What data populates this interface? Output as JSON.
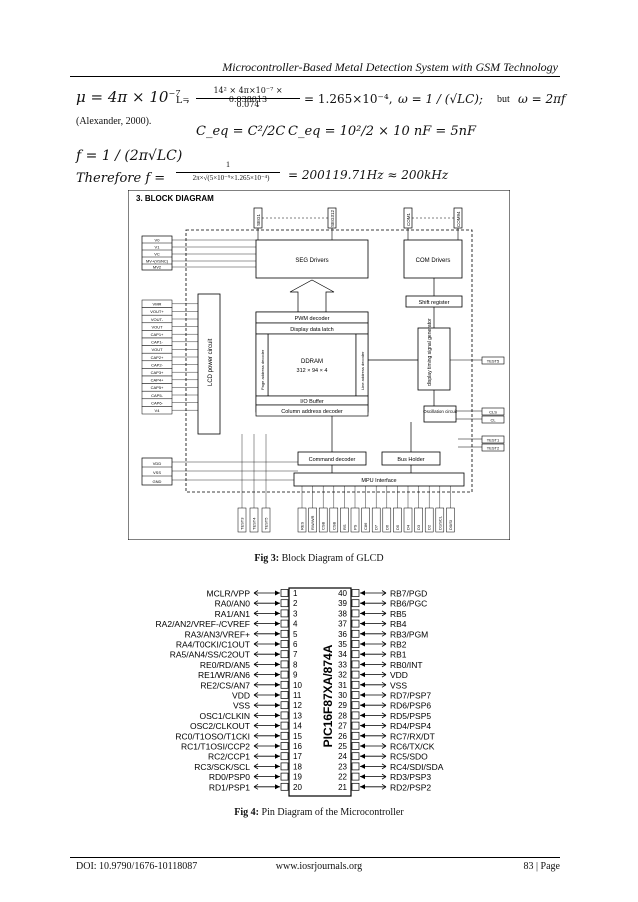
{
  "header": {
    "running_title": "Microcontroller-Based Metal Detection System with GSM Technology"
  },
  "equations": {
    "mu_lhs": "μ = 4π × 10",
    "mu_exp": "−7",
    "mu_comma": ",",
    "L_label": "L=",
    "L_num": "14² × 4π×10⁻⁷ × 0.038013",
    "L_den": "0.074",
    "L_result": "= 1.265×10⁻⁴,",
    "omega1": "ω = 1 / (√LC);",
    "but": "but",
    "omega2": "ω = 2πf",
    "citation": "(Alexander, 2000).",
    "ceq1": "C_eq = C²/2C",
    "ceq2": "C_eq = 10²/2 × 10 nF = 5nF",
    "f_formula": "f = 1 / (2π√LC)",
    "therefore": "Therefore f =",
    "tf_num": "1",
    "tf_den": "2π×√(5×10⁻⁹×1.265×10⁻⁴)",
    "tf_result": "= 200119.71Hz ≈ 200kHz"
  },
  "fig3": {
    "section_title": "3.   BLOCK DIAGRAM",
    "caption_label": "Fig 3:",
    "caption_text": " Block Diagram of GLCD",
    "blocks": {
      "seg_drivers": "SEG Drivers",
      "com_drivers": "COM Drivers",
      "shift_register": "Shift register",
      "pwm_decoder": "PWM decoder",
      "display_latch": "Display data latch",
      "ddram": "DDRAM",
      "ddram_size": "312 × 94 × 4",
      "page_decoder": "Page address decoder",
      "line_decoder": "Line address decoder",
      "io_buffer": "I/O Buffer",
      "col_decoder": "Column address decoder",
      "lcd_power": "LCD power circuit",
      "timing_gen": "display timing signal generator",
      "oscillation": "Oscillation circuit",
      "cmd_decoder": "Command decoder",
      "bus_holder": "Bus Holder",
      "mpu_interface": "MPU Interface"
    },
    "top_pins": [
      "SEG1",
      "SEG312",
      "COM1",
      "COM94"
    ],
    "left_pins_a": [
      "V0",
      "V1",
      "VC",
      "MV+(VSNC)",
      "MV2"
    ],
    "left_pins_b": [
      "VMR",
      "VOUT+",
      "VOUT-",
      "VOUT",
      "CAP1+",
      "CAP1-",
      "VOUT",
      "CAP2+",
      "CAP2-",
      "CAP3+",
      "CAP4+",
      "CAP5+",
      "CAP5-",
      "CAP6-",
      "V4"
    ],
    "left_pins_c": [
      "VDD",
      "VSS",
      "GND"
    ],
    "right_pins": [
      "TEST5",
      "CLS",
      "CL",
      "TEST1",
      "TEST2"
    ],
    "bottom_pins": [
      "TEST3",
      "TEST4",
      "TEST5",
      "RES",
      "RW/WR",
      "CSB",
      "CSB",
      "RS",
      "PS",
      "C86",
      "D7",
      "D6",
      "D5",
      "D4",
      "D3",
      "D2",
      "D1/SCL",
      "D0/SI"
    ]
  },
  "fig4": {
    "chip_label": "PIC16F87XA/874A",
    "caption_label": "Fig 4:",
    "caption_text": " Pin Diagram of the Microcontroller",
    "left_pins": [
      {
        "name": "MCLR/VPP",
        "num": "1"
      },
      {
        "name": "RA0/AN0",
        "num": "2"
      },
      {
        "name": "RA1/AN1",
        "num": "3"
      },
      {
        "name": "RA2/AN2/VREF-/CVREF",
        "num": "4"
      },
      {
        "name": "RA3/AN3/VREF+",
        "num": "5"
      },
      {
        "name": "RA4/T0CKI/C1OUT",
        "num": "6"
      },
      {
        "name": "RA5/AN4/SS/C2OUT",
        "num": "7"
      },
      {
        "name": "RE0/RD/AN5",
        "num": "8"
      },
      {
        "name": "RE1/WR/AN6",
        "num": "9"
      },
      {
        "name": "RE2/CS/AN7",
        "num": "10"
      },
      {
        "name": "VDD",
        "num": "11"
      },
      {
        "name": "VSS",
        "num": "12"
      },
      {
        "name": "OSC1/CLKIN",
        "num": "13"
      },
      {
        "name": "OSC2/CLKOUT",
        "num": "14"
      },
      {
        "name": "RC0/T1OSO/T1CKI",
        "num": "15"
      },
      {
        "name": "RC1/T1OSI/CCP2",
        "num": "16"
      },
      {
        "name": "RC2/CCP1",
        "num": "17"
      },
      {
        "name": "RC3/SCK/SCL",
        "num": "18"
      },
      {
        "name": "RD0/PSP0",
        "num": "19"
      },
      {
        "name": "RD1/PSP1",
        "num": "20"
      }
    ],
    "right_pins": [
      {
        "name": "RB7/PGD",
        "num": "40"
      },
      {
        "name": "RB6/PGC",
        "num": "39"
      },
      {
        "name": "RB5",
        "num": "38"
      },
      {
        "name": "RB4",
        "num": "37"
      },
      {
        "name": "RB3/PGM",
        "num": "36"
      },
      {
        "name": "RB2",
        "num": "35"
      },
      {
        "name": "RB1",
        "num": "34"
      },
      {
        "name": "RB0/INT",
        "num": "33"
      },
      {
        "name": "VDD",
        "num": "32"
      },
      {
        "name": "VSS",
        "num": "31"
      },
      {
        "name": "RD7/PSP7",
        "num": "30"
      },
      {
        "name": "RD6/PSP6",
        "num": "29"
      },
      {
        "name": "RD5/PSP5",
        "num": "28"
      },
      {
        "name": "RD4/PSP4",
        "num": "27"
      },
      {
        "name": "RC7/RX/DT",
        "num": "26"
      },
      {
        "name": "RC6/TX/CK",
        "num": "25"
      },
      {
        "name": "RC5/SDO",
        "num": "24"
      },
      {
        "name": "RC4/SDI/SDA",
        "num": "23"
      },
      {
        "name": "RD3/PSP3",
        "num": "22"
      },
      {
        "name": "RD2/PSP2",
        "num": "21"
      }
    ]
  },
  "footer": {
    "doi": "DOI: 10.9790/1676-10118087",
    "website": "www.iosrjournals.org",
    "page": "83 | Page"
  }
}
